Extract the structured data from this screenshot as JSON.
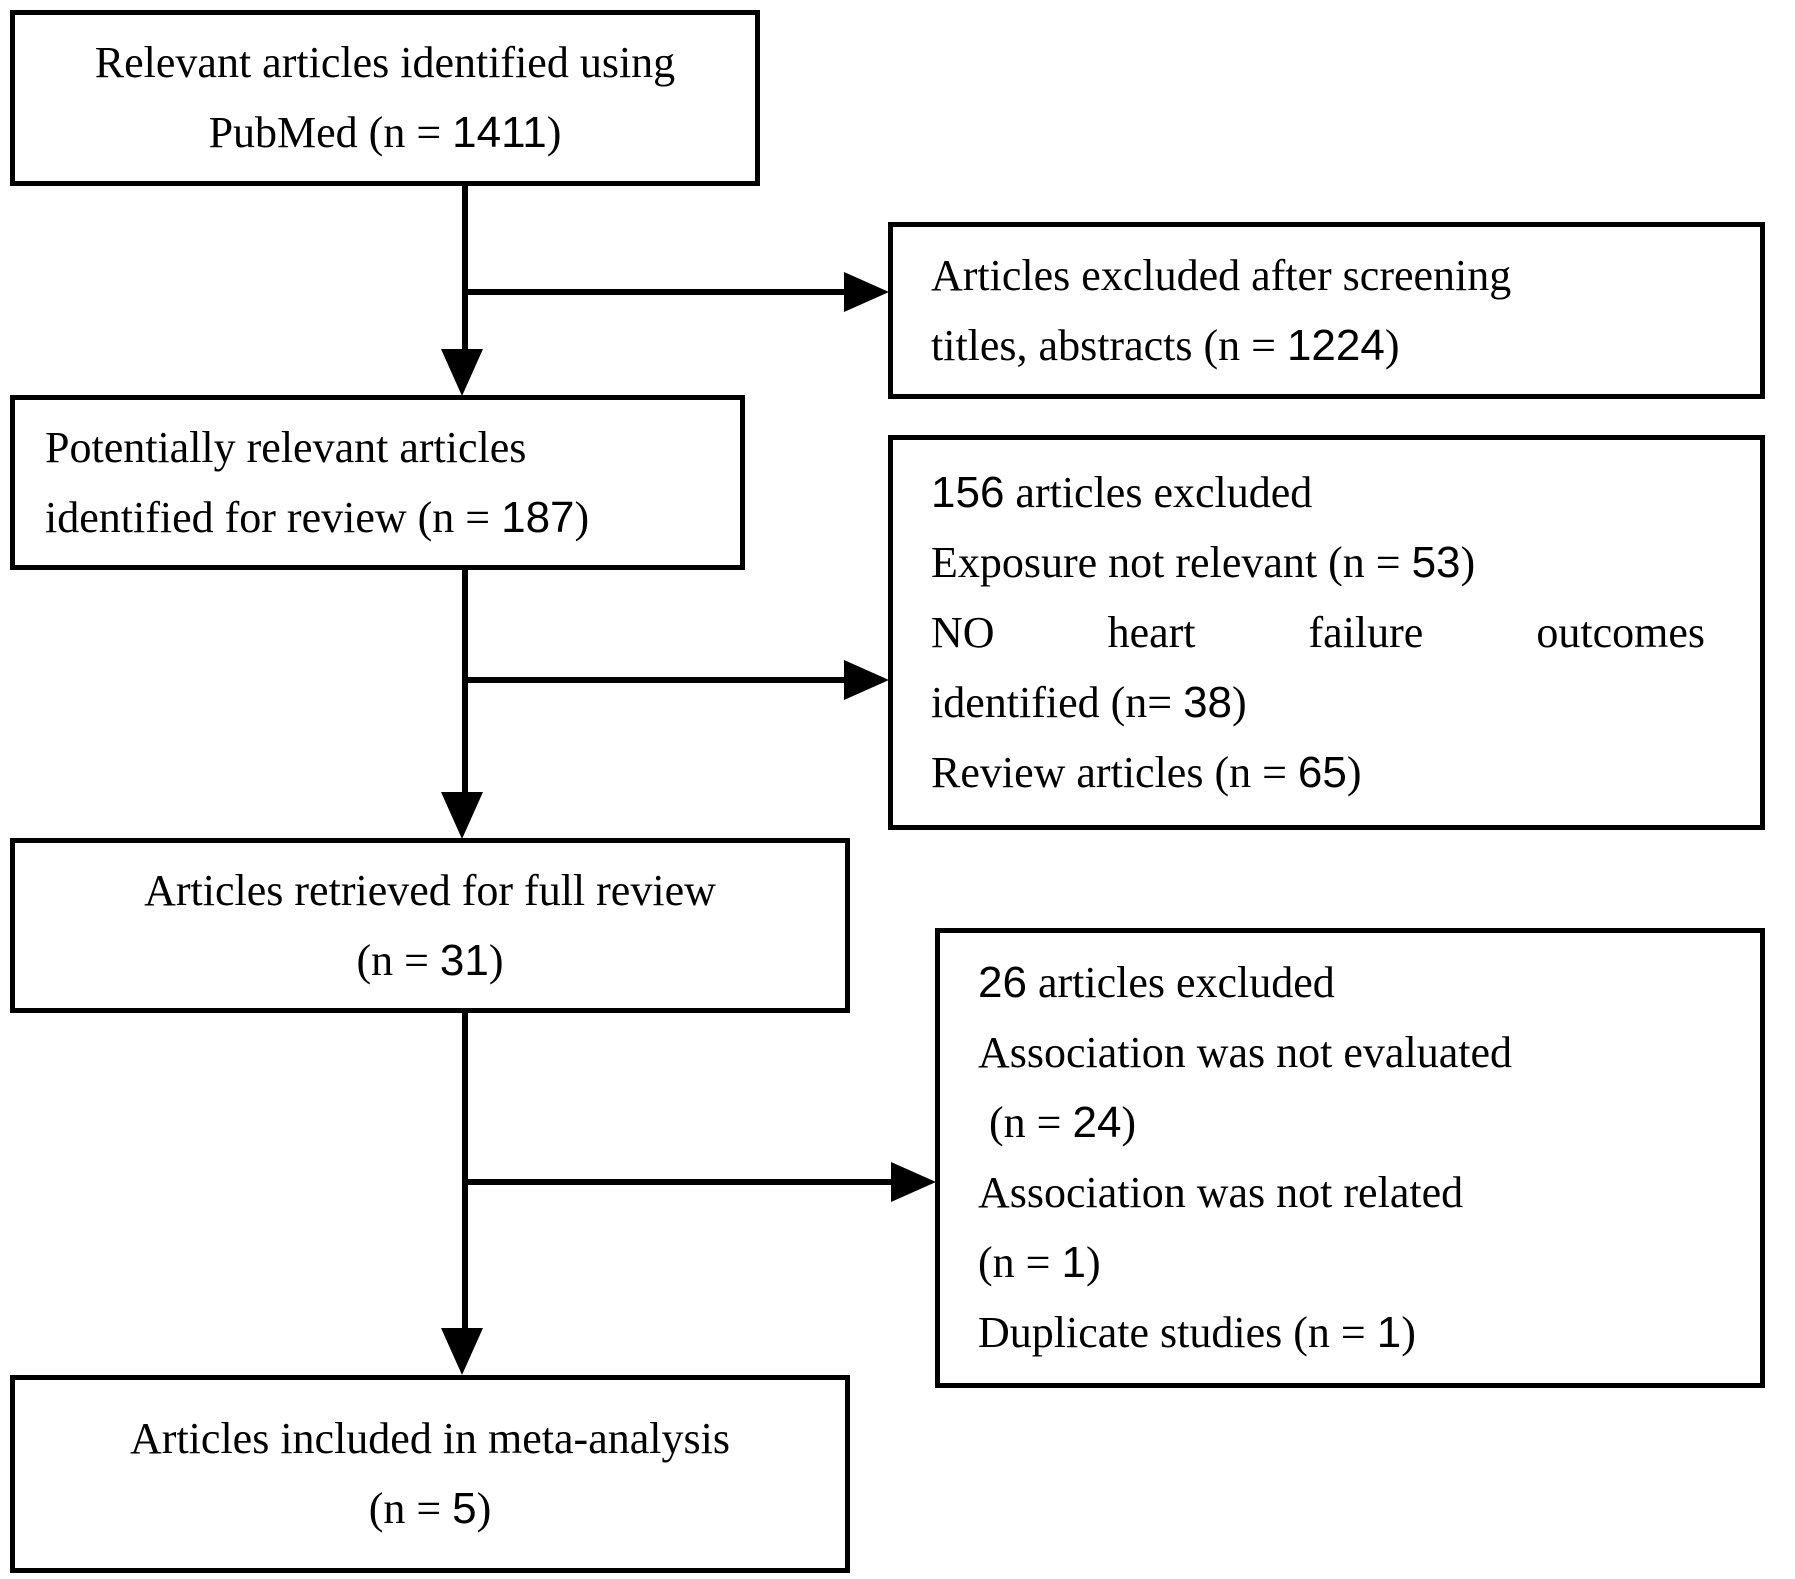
{
  "diagram": {
    "type": "prisma-flow",
    "colors": {
      "line": "#000000",
      "text": "#000000",
      "background": "#ffffff"
    },
    "boxes": {
      "identified": {
        "lines": [
          "Relevant articles identified using",
          "PubMed (n = 1411)"
        ]
      },
      "excluded_screening": {
        "lines": [
          "Articles excluded after screening",
          "titles, abstracts (n = 1224)"
        ]
      },
      "potentially_relevant": {
        "lines": [
          "Potentially relevant articles",
          "identified for review (n = 187)"
        ]
      },
      "excluded_156": {
        "lines": [
          "156 articles excluded",
          "Exposure not relevant (n = 53)",
          "NO heart failure outcomes",
          "identified (n= 38)",
          "Review articles (n = 65)"
        ]
      },
      "full_review": {
        "lines": [
          "Articles retrieved for full review",
          "(n = 31)"
        ]
      },
      "excluded_26": {
        "lines": [
          "26 articles excluded",
          "Association was not evaluated",
          " (n = 24)",
          "Association was not related",
          "(n = 1)",
          "Duplicate studies (n = 1)"
        ]
      },
      "meta_analysis": {
        "lines": [
          "Articles included in meta-analysis",
          "(n = 5)"
        ]
      }
    }
  }
}
